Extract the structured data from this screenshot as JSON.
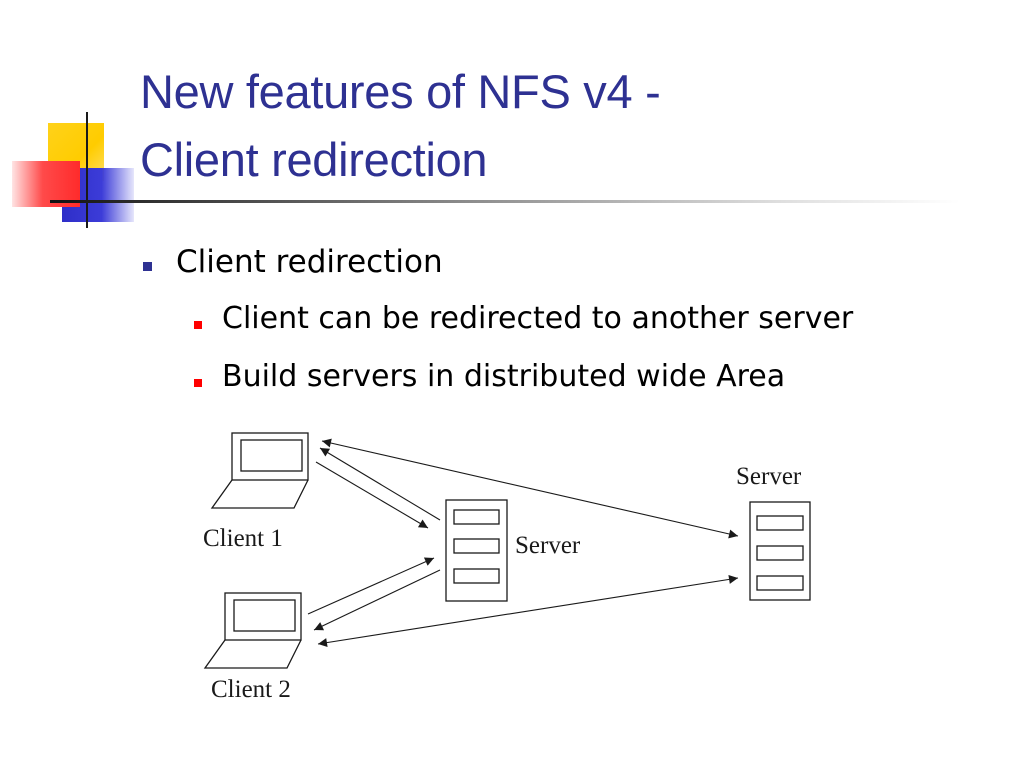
{
  "slide": {
    "title_line1": "New features of NFS v4 -",
    "title_line2": "Client redirection",
    "colors": {
      "title": "#2e3192",
      "bullet_level1": "#2e3192",
      "bullet_level2": "#ff0000",
      "deco_yellow": "#ffcc00",
      "deco_blue": "#3333cc",
      "deco_red": "#ff3333"
    }
  },
  "bullets": {
    "level1": "Client redirection",
    "level2": [
      "Client can be redirected to another server",
      "Build servers in distributed wide Area"
    ]
  },
  "diagram": {
    "client1_label": "Client 1",
    "client2_label": "Client 2",
    "server_mid_label": "Server",
    "server_right_label": "Server",
    "icons": [
      "laptop-icon",
      "server-icon"
    ]
  }
}
